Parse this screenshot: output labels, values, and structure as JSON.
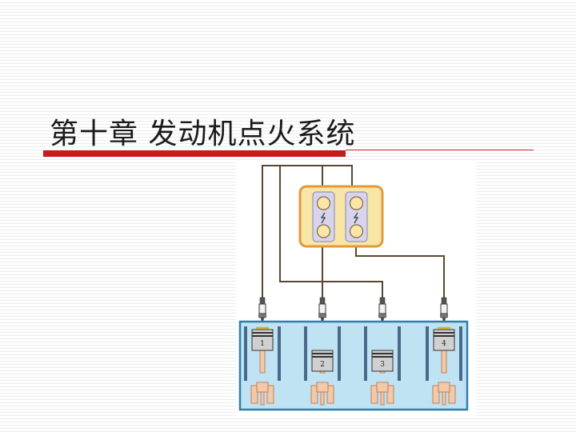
{
  "slide": {
    "title": "第十章 发动机点火系统"
  },
  "diagram": {
    "cylinders": [
      "1",
      "2",
      "3",
      "4"
    ],
    "colors": {
      "wire": "#5a4632",
      "coil_pack_fill": "#f7e6a6",
      "coil_pack_border": "#e09a3a",
      "engine_block_fill": "#bfe3f2",
      "engine_block_border": "#2e7fb0",
      "title_rule": "#c81a1a"
    }
  }
}
